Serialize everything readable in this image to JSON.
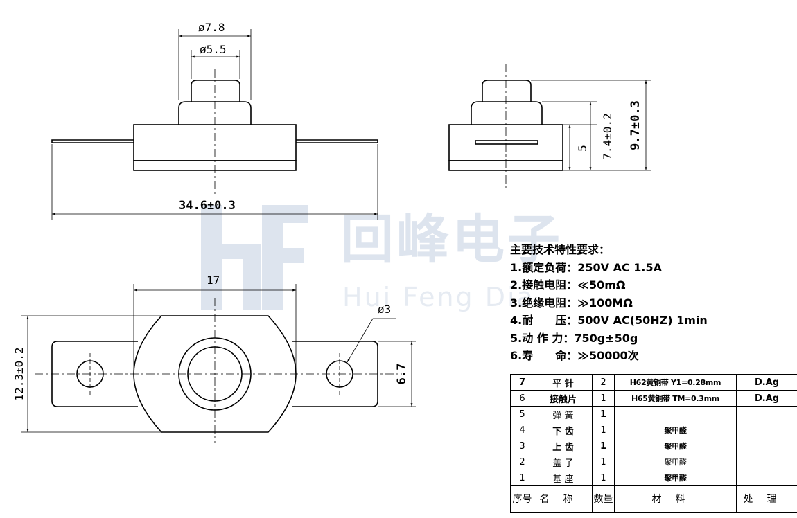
{
  "dimensions": {
    "d78": "ø7.8",
    "d55": "ø5.5",
    "w346": "34.6±0.3",
    "h97": "9.7±0.3",
    "h74": "7.4±0.2",
    "h5": "5",
    "w17": "17",
    "d3": "ø3",
    "h123": "12.3±0.2",
    "h67": "6.7"
  },
  "watermark": {
    "logo": "hf",
    "company": "回峰电子",
    "pinyin": "Hui Feng Dia"
  },
  "specs": {
    "title": "主要技术特性要求：",
    "items": [
      "1.额定负荷：250V AC 1.5A",
      "2.接触电阻：≪50mΩ",
      "3.绝缘电阻：≫100MΩ",
      "4.耐　　压：500V AC(50HZ) 1min",
      "5.动 作 力：750g±50g",
      "6.寿　　命：≫50000次"
    ]
  },
  "bom": {
    "rows": [
      {
        "no": "7",
        "name": "平 针",
        "qty": "2",
        "material": "H62黄铜带 Y1=0.28mm",
        "treatment": "D.Ag"
      },
      {
        "no": "6",
        "name": "接触片",
        "qty": "1",
        "material": "H65黄铜带 TM=0.3mm",
        "treatment": "D.Ag"
      },
      {
        "no": "5",
        "name": "弹 簧",
        "qty": "1",
        "material": "",
        "treatment": ""
      },
      {
        "no": "4",
        "name": "下 齿",
        "qty": "1",
        "material": "聚甲醛",
        "treatment": ""
      },
      {
        "no": "3",
        "name": "上 齿",
        "qty": "1",
        "material": "聚甲醛",
        "treatment": ""
      },
      {
        "no": "2",
        "name": "盖 子",
        "qty": "1",
        "material": "聚甲醛",
        "treatment": ""
      },
      {
        "no": "1",
        "name": "基 座",
        "qty": "1",
        "material": "聚甲醛",
        "treatment": ""
      }
    ],
    "header": {
      "no": "序号",
      "name": "名称",
      "qty": "数量",
      "material": "材料",
      "treatment": "处理"
    }
  }
}
